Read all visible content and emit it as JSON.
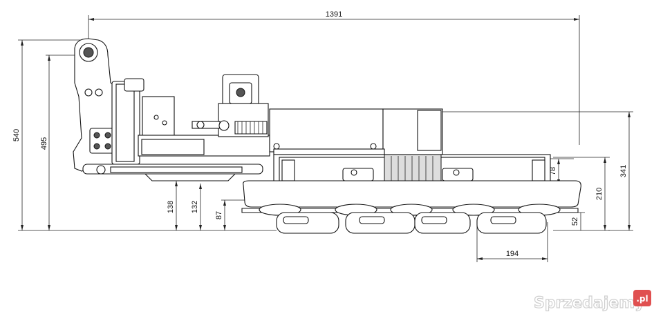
{
  "dimensions": {
    "overall_length": "1391",
    "overall_height": "540",
    "hitch_height": "495",
    "height_138": "138",
    "height_132": "132",
    "height_87": "87",
    "height_78": "78",
    "height_210": "210",
    "height_341": "341",
    "height_52": "52",
    "disc_spacing": "194"
  },
  "watermark": {
    "brand": "Sprzedajemy",
    "badge": ".pl"
  }
}
